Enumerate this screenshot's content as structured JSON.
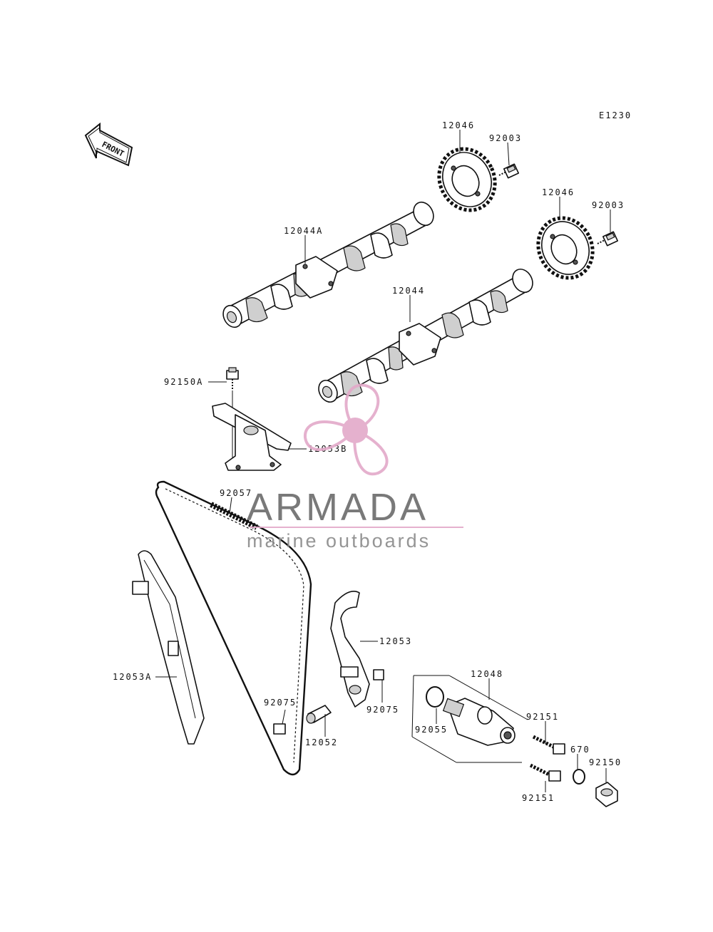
{
  "diagram": {
    "code": "E1230",
    "front_label": "FRONT",
    "labels": {
      "sprocket_1": "12046",
      "bolt_1": "92003",
      "sprocket_2": "12046",
      "bolt_2": "92003",
      "camshaft_a": "12044A",
      "camshaft": "12044",
      "bolt_guide": "92150A",
      "guide_top": "12053B",
      "chain": "92057",
      "guide_left": "12053A",
      "guide_right": "12053",
      "damper_left": "92075",
      "damper_right": "92075",
      "pin": "12052",
      "oring": "92055",
      "tensioner": "12048",
      "bolt_upper": "92151",
      "washer": "670",
      "plug": "92150",
      "bolt_lower": "92151"
    }
  },
  "watermark": {
    "brand": "ARMADA",
    "tagline": "marine outboards",
    "accent_color": "#e3a9c9"
  }
}
